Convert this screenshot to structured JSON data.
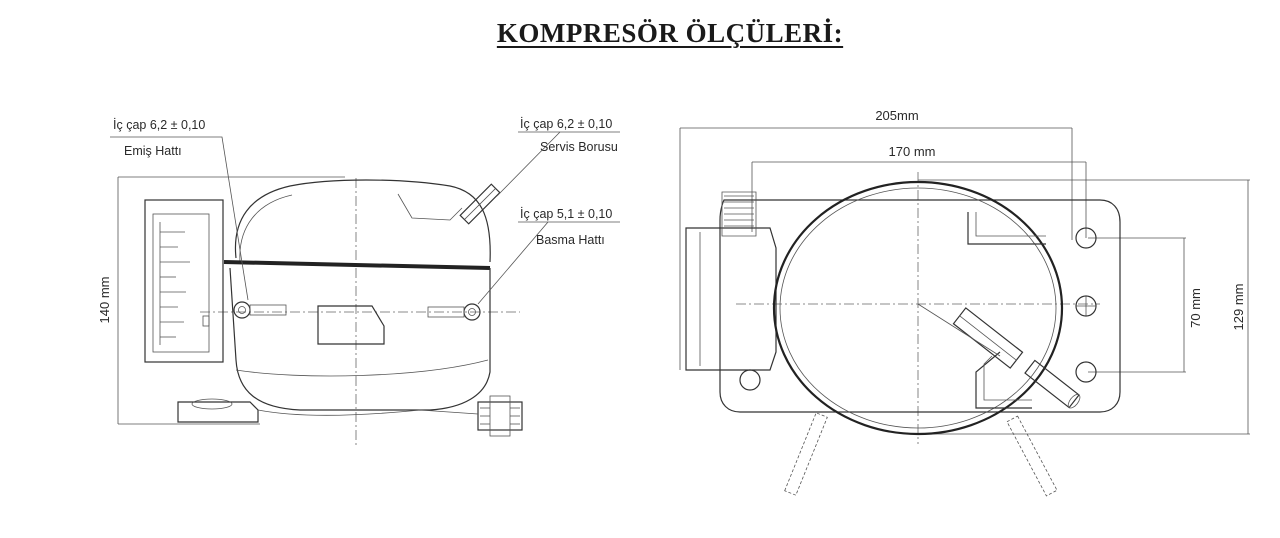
{
  "title": "KOMPRESÖR ÖLÇÜLERİ:",
  "side_view": {
    "suction": {
      "diameter": "İç çap 6,2 ± 0,10",
      "name": "Emiş Hattı"
    },
    "service": {
      "diameter": "İç çap 6,2 ± 0,10",
      "name": "Servis Borusu"
    },
    "discharge": {
      "diameter": "İç çap 5,1 ± 0,10",
      "name": "Basma Hattı"
    },
    "height_dim": "140 mm"
  },
  "top_view": {
    "width_outer": "205mm",
    "width_inner": "170 mm",
    "mount_spacing": "70 mm",
    "depth": "129 mm"
  }
}
